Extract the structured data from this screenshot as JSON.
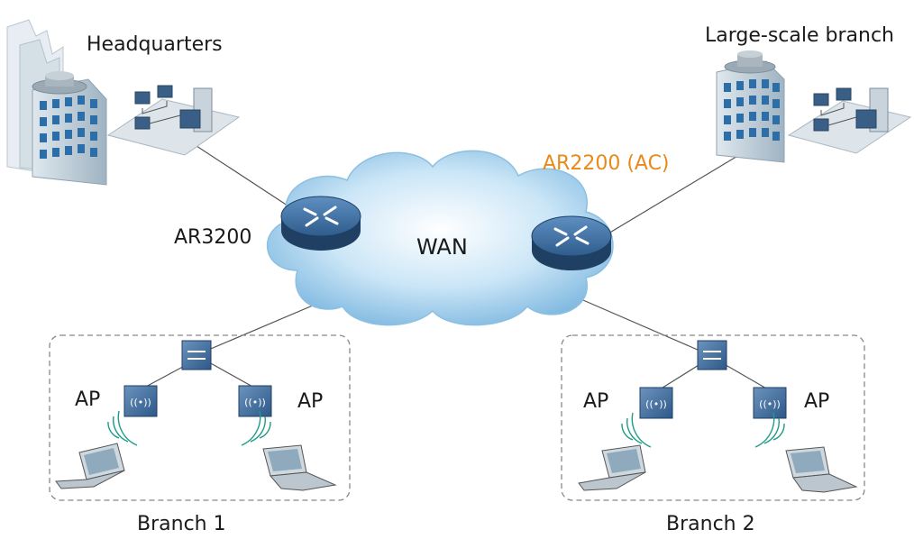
{
  "labels": {
    "headquarters": "Headquarters",
    "large_branch": "Large-scale branch",
    "ar3200": "AR3200",
    "ar2200": "AR2200 (AC)",
    "wan": "WAN",
    "ap": "AP",
    "branch1": "Branch 1",
    "branch2": "Branch 2"
  },
  "colors": {
    "accent": "#e88a1a",
    "cloud": "#a9d3ef",
    "router": "#3f6ea0",
    "link": "#555555",
    "dashed": "#888888",
    "signal": "#1f9c88"
  }
}
